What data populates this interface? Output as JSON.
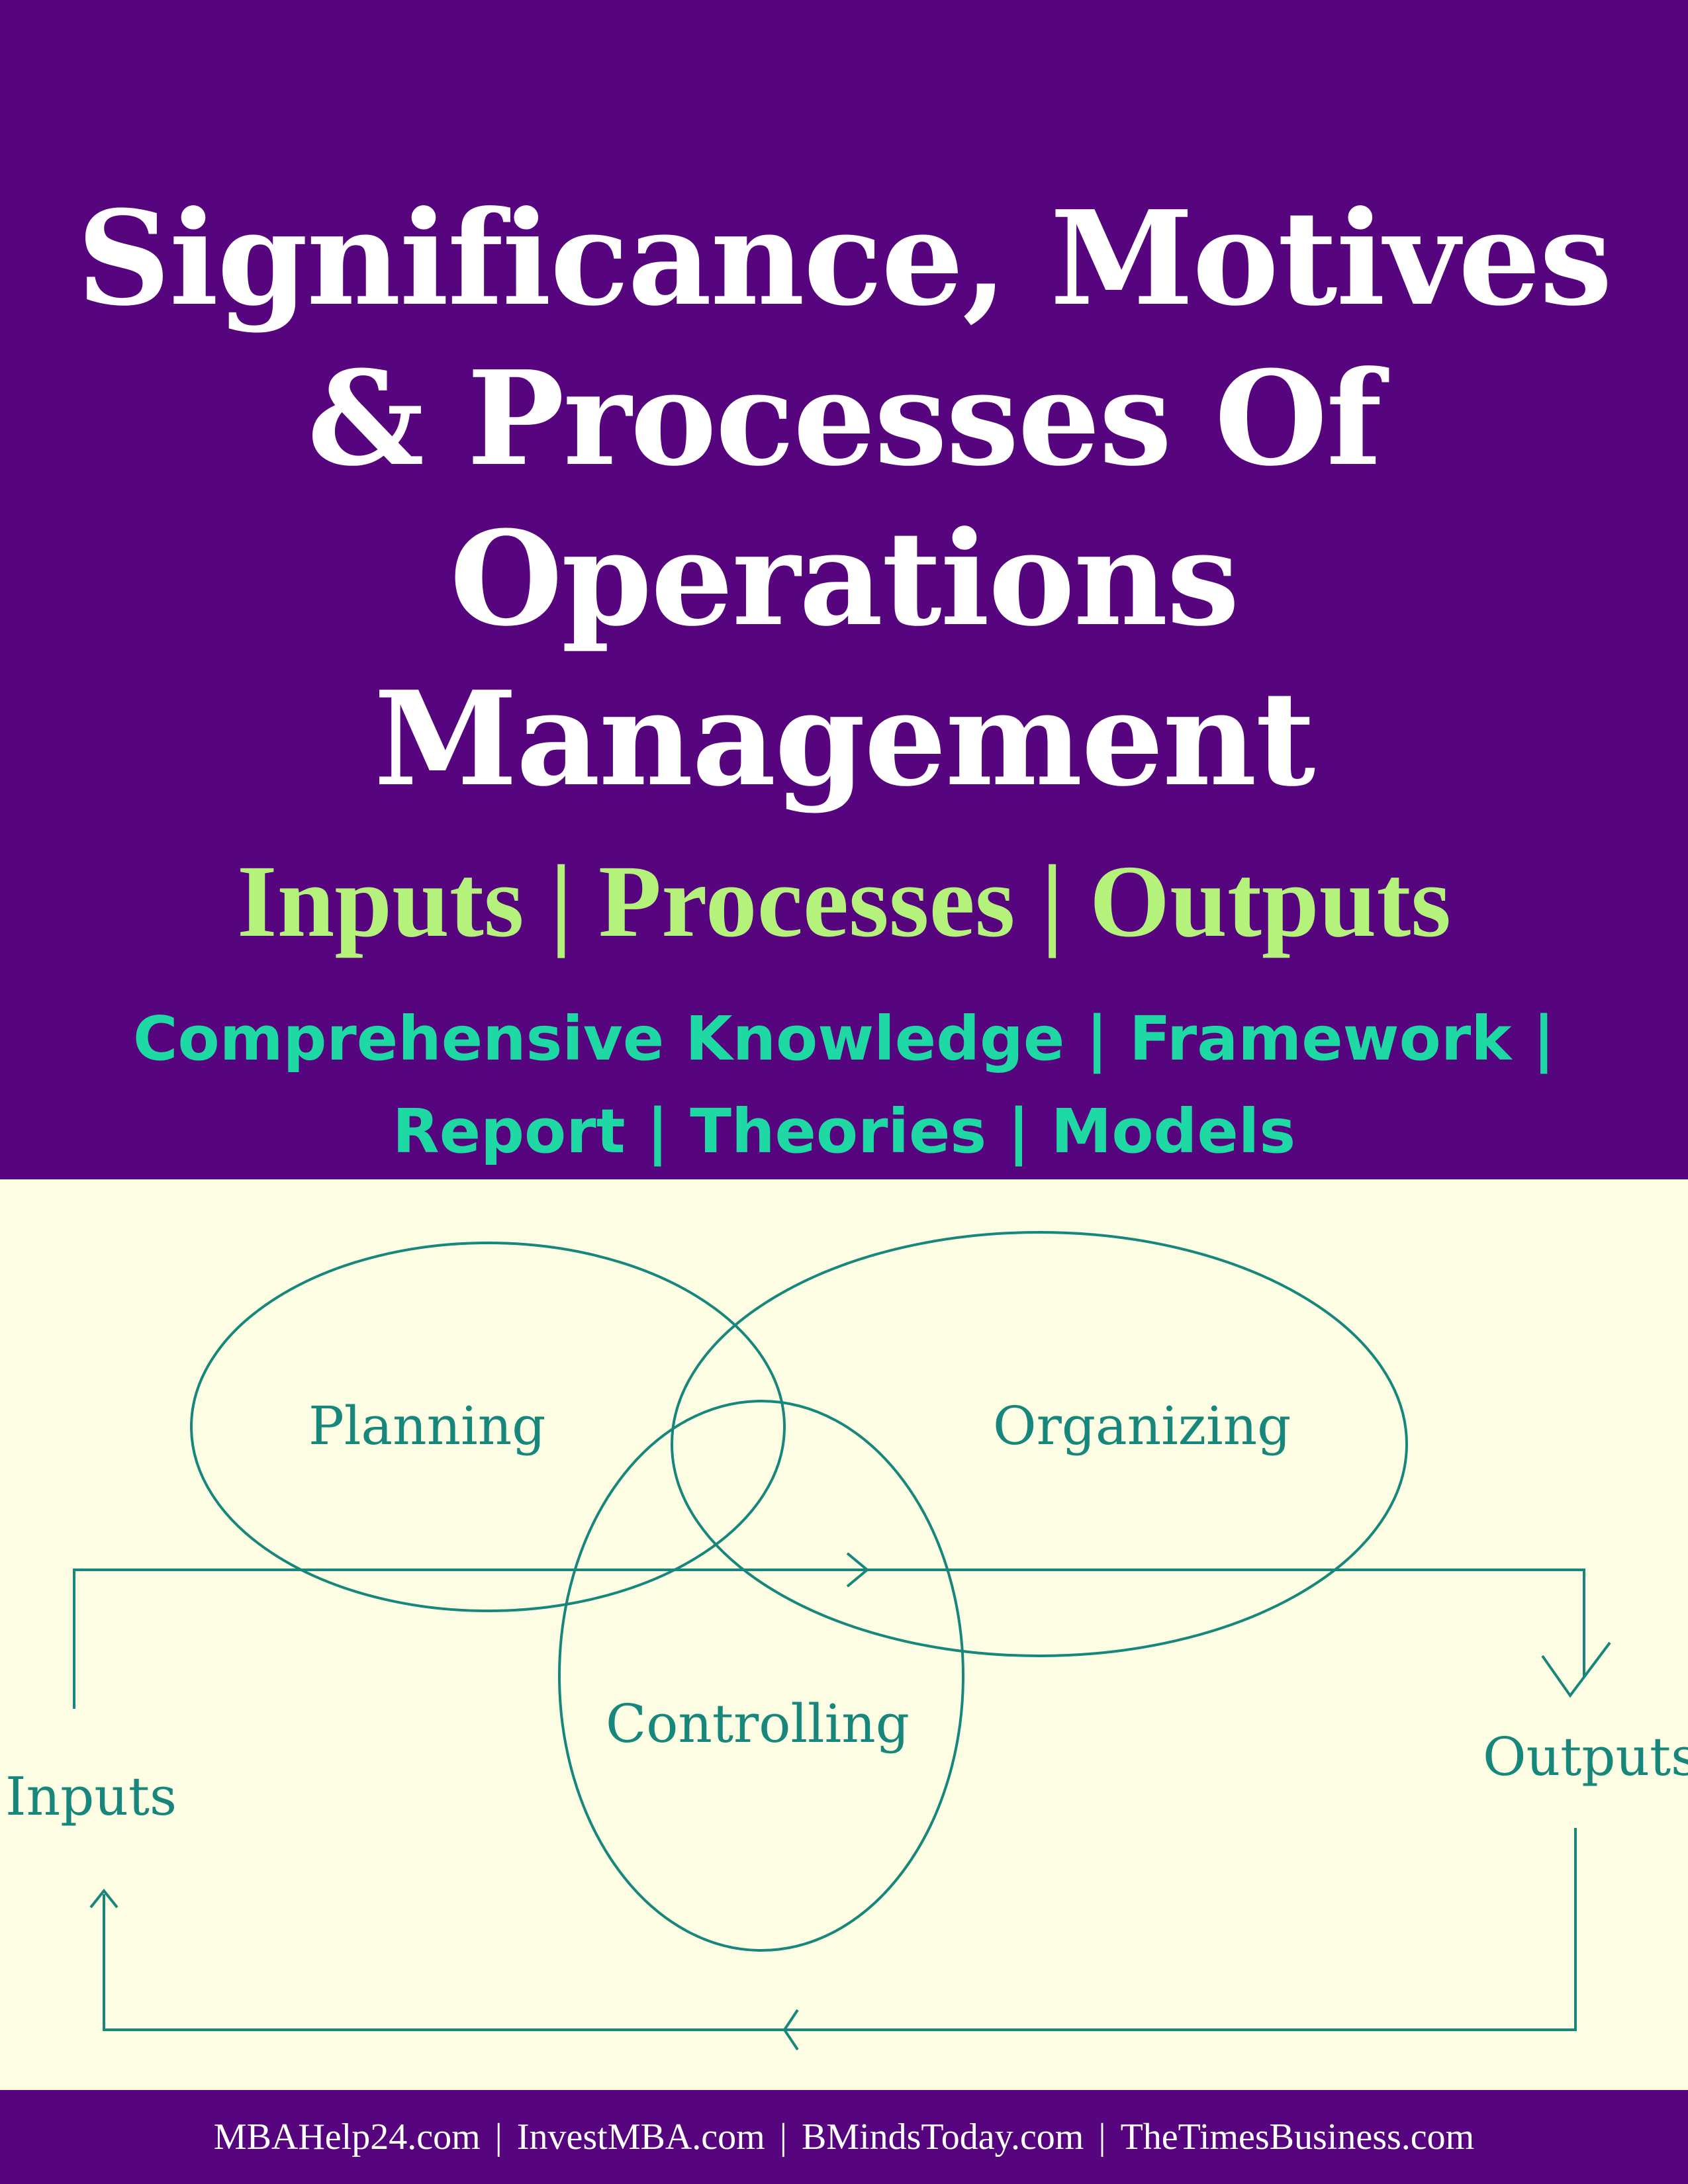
{
  "header": {
    "title_lines": [
      "Significance, Motives",
      "& Processes Of",
      "Operations",
      "Management"
    ],
    "subtitle": "Inputs | Processes | Outputs",
    "tagline_lines": [
      "Comprehensive Knowledge | Framework  |",
      "Report | Theories | Models"
    ]
  },
  "diagram": {
    "labels": {
      "planning": "Planning",
      "organizing": "Organizing",
      "controlling": "Controlling",
      "inputs": "Inputs",
      "outputs": "Outputs"
    }
  },
  "footer": {
    "sites": [
      "MBAHelp24.com",
      "InvestMBA.com",
      "BMindsToday.com",
      "TheTimesBusiness.com"
    ],
    "separator": "|"
  },
  "colors": {
    "header_bg": "#57057e",
    "title": "#ffffff",
    "subtitle": "#b5f27c",
    "tagline": "#1ed9a3",
    "diagram_bg": "#fdfde4",
    "diagram_ink": "#16877a"
  }
}
